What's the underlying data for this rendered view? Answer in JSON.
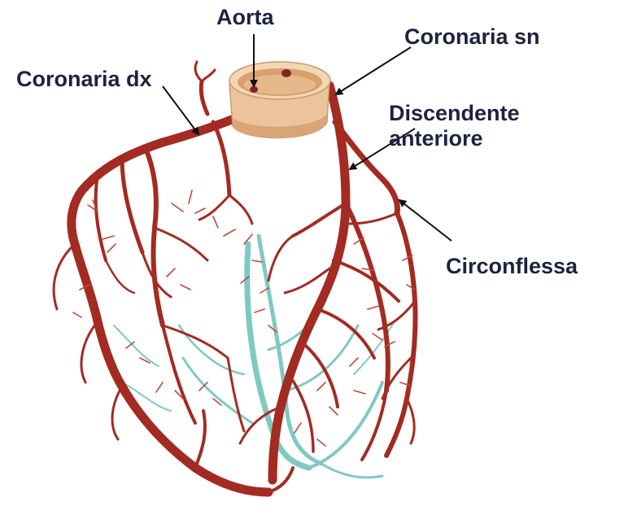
{
  "labels": {
    "aorta": "Aorta",
    "coronaria_sn": "Coronaria sn",
    "coronaria_dx": "Coronaria dx",
    "discendente_line1": "Discendente",
    "discendente_line2": "anteriore",
    "circonflessa": "Circonflessa"
  },
  "colors": {
    "artery": "#a32b22",
    "artery_light": "#c24a33",
    "vein": "#7fc9c4",
    "aorta": "#ecc49c",
    "aorta_shadow": "#d9a478",
    "label_text": "#1d2240",
    "arrow": "#111111"
  }
}
